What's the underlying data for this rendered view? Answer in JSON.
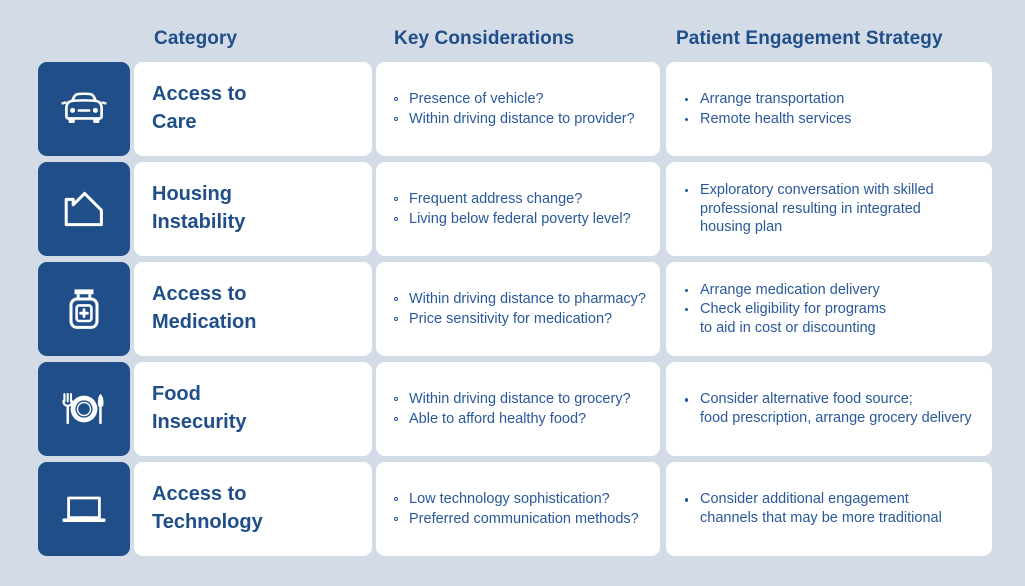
{
  "theme": {
    "background": "#d3dbe7",
    "card_background": "#ffffff",
    "tile_blue": "#1f4e89",
    "heading_blue": "#1f4e89",
    "body_blue": "#29599b"
  },
  "headers": {
    "category": "Category",
    "key_considerations": "Key Considerations",
    "patient_engagement_strategy": "Patient Engagement Strategy"
  },
  "rows": [
    {
      "icon": "car-icon",
      "category": "Access to\nCare",
      "considerations": [
        "Presence of vehicle?",
        "Within driving distance to provider?"
      ],
      "strategies": [
        "Arrange transportation",
        "Remote health services"
      ]
    },
    {
      "icon": "house-icon",
      "category": "Housing\nInstability",
      "considerations": [
        "Frequent address change?",
        "Living below federal poverty level?"
      ],
      "strategies": [
        "Exploratory conversation with skilled\nprofessional resulting in integrated\nhousing plan"
      ]
    },
    {
      "icon": "medicine-bottle-icon",
      "category": "Access to\nMedication",
      "considerations": [
        "Within driving distance to pharmacy?",
        "Price sensitivity for medication?"
      ],
      "strategies": [
        "Arrange medication delivery",
        "Check eligibility for programs\nto aid in cost or discounting"
      ]
    },
    {
      "icon": "plate-fork-knife-icon",
      "category": "Food\nInsecurity",
      "considerations": [
        "Within driving distance to grocery?",
        "Able to afford healthy food?"
      ],
      "strategies": [
        "Consider alternative food source;\nfood prescription, arrange grocery delivery"
      ]
    },
    {
      "icon": "laptop-icon",
      "category": "Access to\nTechnology",
      "considerations": [
        "Low technology sophistication?",
        "Preferred communication methods?"
      ],
      "strategies": [
        "Consider additional engagement\nchannels that may be more traditional"
      ]
    }
  ]
}
